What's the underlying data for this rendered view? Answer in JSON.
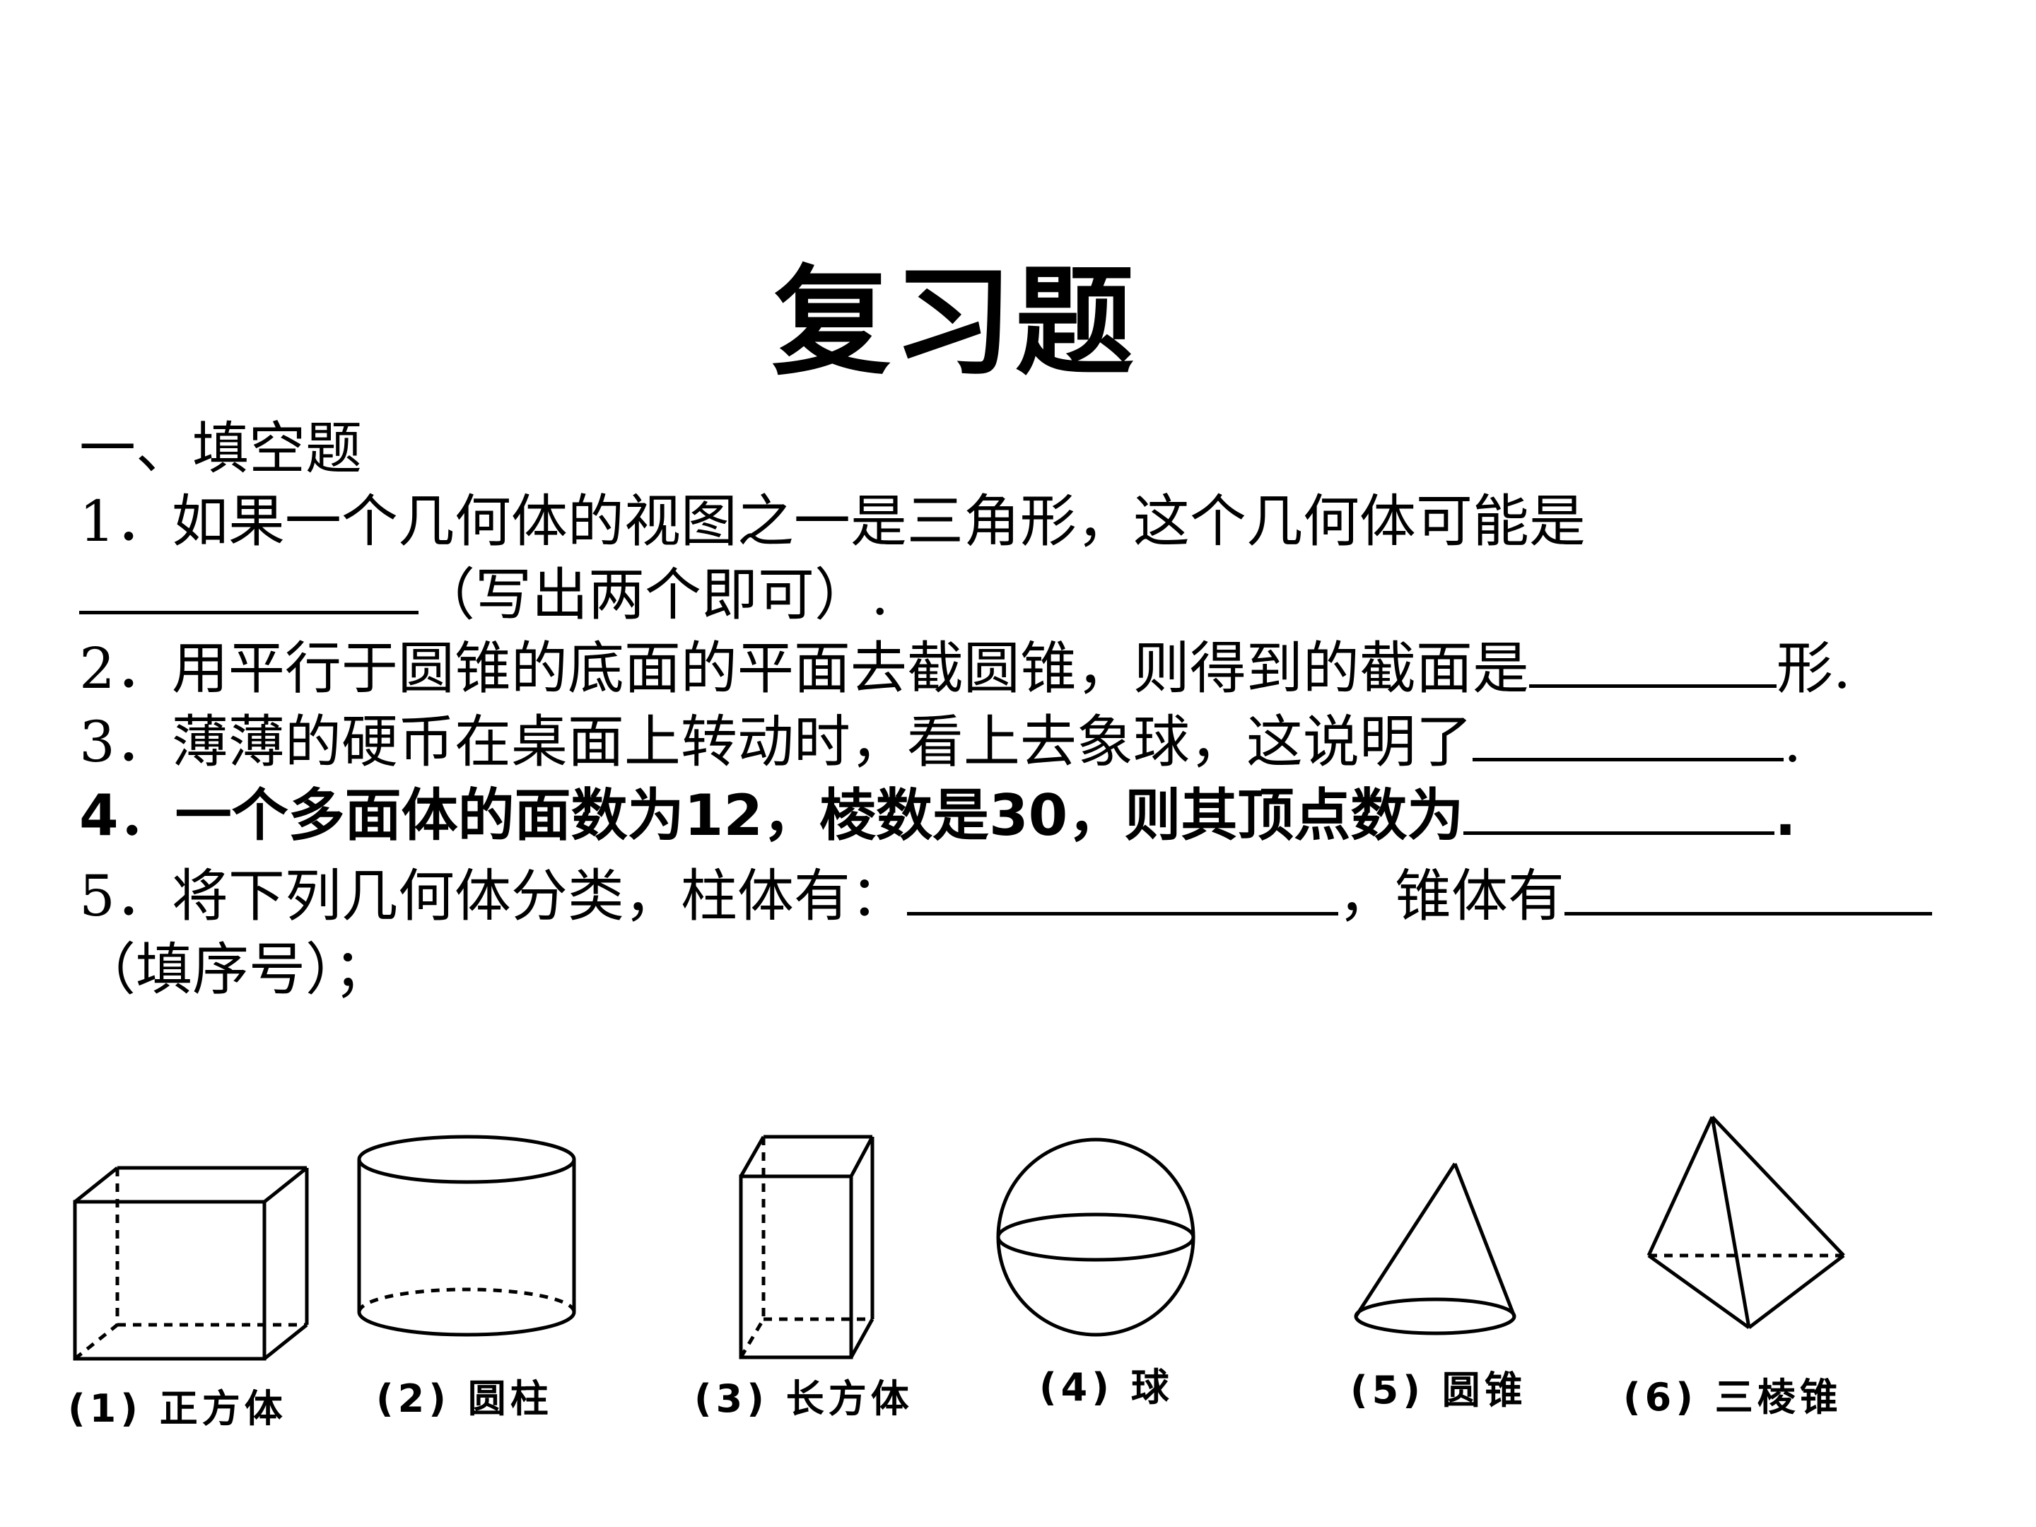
{
  "title": "复习题",
  "section": "一、填空题",
  "q1": {
    "text": "1．如果一个几何体的视图之一是三角形，这个几何体可能是",
    "suffix": "（写出两个即可）."
  },
  "q2": {
    "text": "2．用平行于圆锥的底面的平面去截圆锥，则得到的截面是",
    "suffix": "形."
  },
  "q3": {
    "text": "3．薄薄的硬币在桌面上转动时，看上去象球，这说明了",
    "suffix": "."
  },
  "q4": {
    "text": "4．一个多面体的面数为12，棱数是30，则其顶点数为",
    "suffix": "."
  },
  "q5": {
    "text": "5．将下列几何体分类，柱体有：",
    "middle": "，锥体有",
    "suffix": "（填序号）；"
  },
  "figures": [
    {
      "id": "cube",
      "caption": "(1) 正方体"
    },
    {
      "id": "cylinder",
      "caption": "(2) 圆柱"
    },
    {
      "id": "cuboid",
      "caption": "(3) 长方体"
    },
    {
      "id": "sphere",
      "caption": "(4) 球"
    },
    {
      "id": "cone",
      "caption": "(5) 圆锥"
    },
    {
      "id": "pyramid",
      "caption": "(6) 三棱锥"
    }
  ]
}
